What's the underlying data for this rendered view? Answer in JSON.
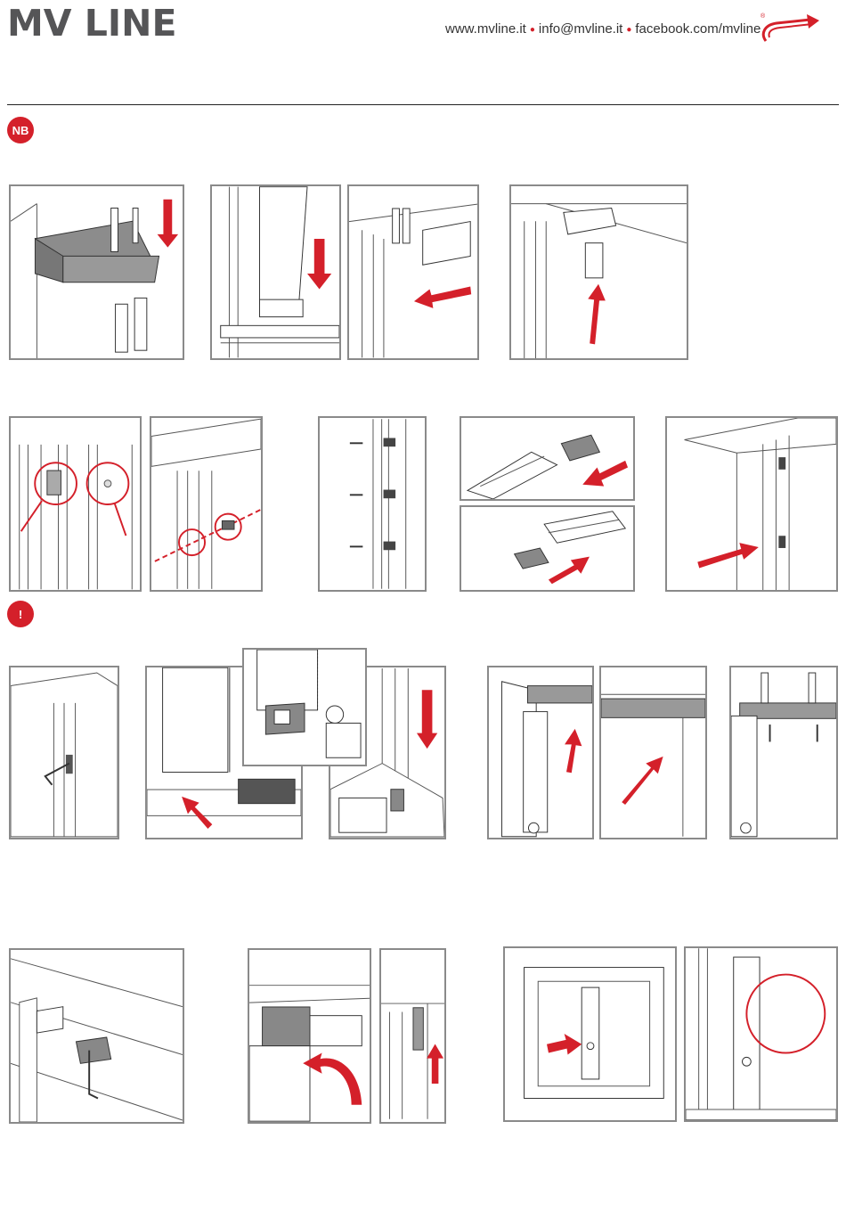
{
  "header": {
    "logo_text": "MV LINE",
    "contacts": [
      "www.mvline.it",
      "info@mvline.it",
      "facebook.com/mvline"
    ],
    "registered_mark": "®"
  },
  "badges": {
    "note": "NB",
    "warning": "!"
  },
  "colors": {
    "accent": "#d4202a",
    "logo": "#555557",
    "frame": "#8a8a8a"
  },
  "figures": [
    "hinge-bracket-screws",
    "profile-slide-down",
    "bracket-slide-in",
    "cap-push-up",
    "profile-detail-circles",
    "frame-drill-line",
    "side-screws",
    "end-cap-insert-top",
    "end-cap-insert-bottom",
    "frame-insert-arrow",
    "allen-key-frame",
    "base-clip-push",
    "clip-closeup",
    "profile-slide-down-corner",
    "profile-up-arrow",
    "top-bar-arrow",
    "top-bar-plugs",
    "allen-key-top-rail",
    "rotate-arrow",
    "side-up-arrow",
    "frame-knob-arrow",
    "knob-circle-detail"
  ]
}
